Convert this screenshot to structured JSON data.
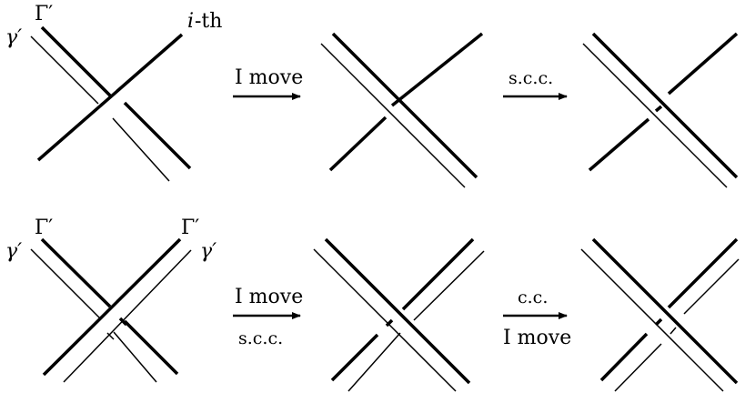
{
  "top_row": {
    "panel1": {
      "label_gamma": "γ′",
      "label_Gamma": "Γ′",
      "label_i": "i",
      "label_th": "-th"
    },
    "arrow1": {
      "above": "I move",
      "below": ""
    },
    "arrow2": {
      "above": "s.c.c.",
      "below": ""
    }
  },
  "bottom_row": {
    "panel1": {
      "label_gamma_left": "γ′",
      "label_Gamma_left": "Γ′",
      "label_Gamma_right": "Γ′",
      "label_gamma_right": "γ′"
    },
    "arrow1": {
      "above": "I move",
      "below": "s.c.c."
    },
    "arrow2": {
      "above": "c.c.",
      "below": "I move"
    }
  }
}
